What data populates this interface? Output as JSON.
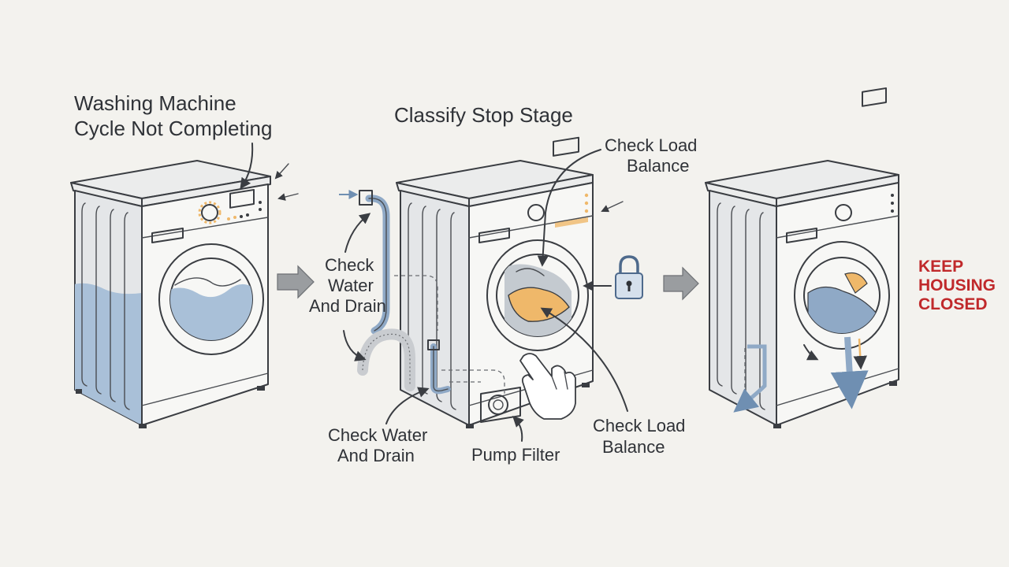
{
  "title": {
    "line1": "Washing Machine",
    "line2": "Cycle Not Completing"
  },
  "stage_heading": "Classify Stop Stage",
  "labels": {
    "check_load_balance_top": [
      "Check Load",
      "Balance"
    ],
    "check_water_drain_left": [
      "Check",
      "Water",
      "And Drain"
    ],
    "check_water_drain_bottom": [
      "Check Water",
      "And Drain"
    ],
    "pump_filter": "Pump Filter",
    "check_load_balance_bottom": [
      "Check Load",
      "Balance"
    ],
    "keep_housing_closed": [
      "KEEP",
      "HOUSING",
      "CLOSED"
    ]
  },
  "icons": [
    "padlock-icon",
    "right-arrow-icon",
    "hand-pointer-icon"
  ],
  "colors": {
    "water": "#a9c0d8",
    "laundry_orange": "#efb86a",
    "warning_red": "#c0292b",
    "ink": "#3a3d42"
  }
}
